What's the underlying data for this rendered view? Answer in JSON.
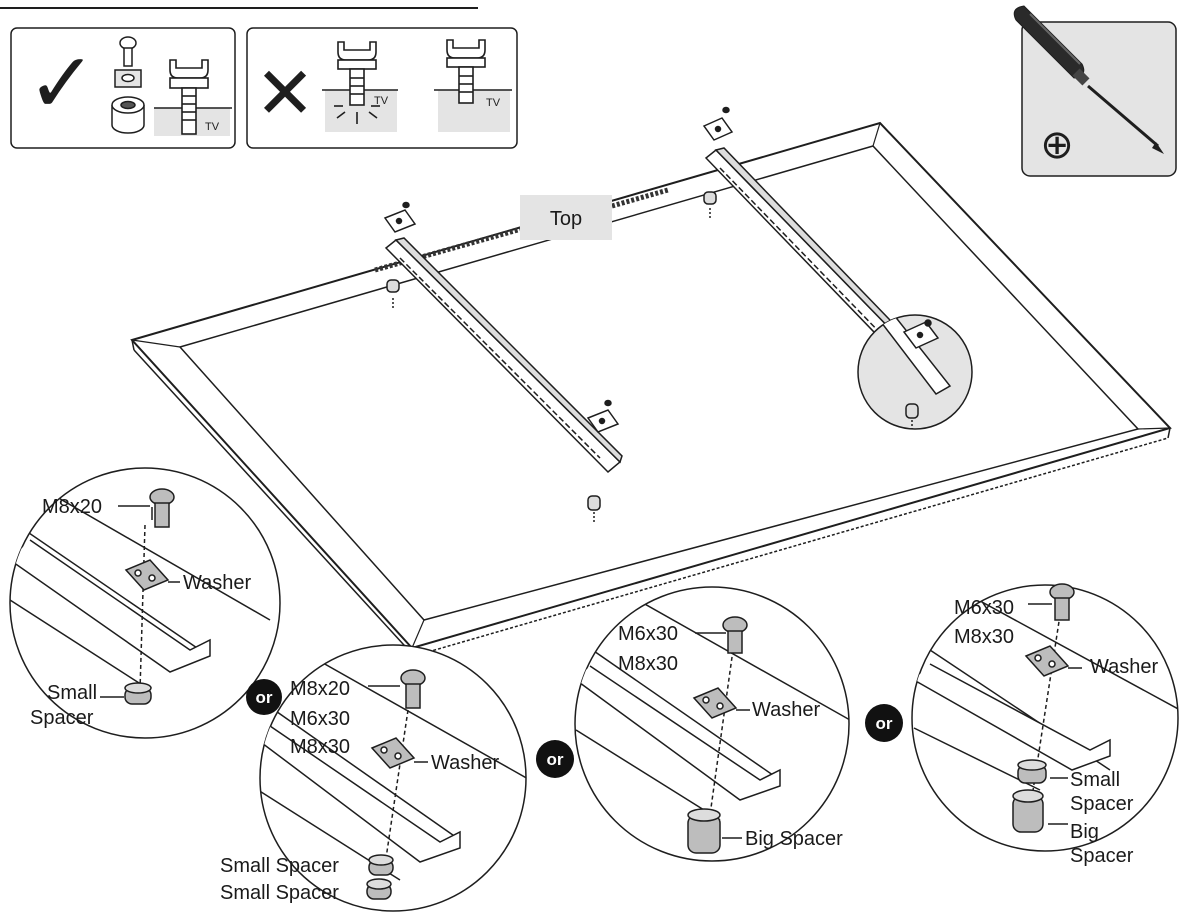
{
  "tv": {
    "top_label": "Top"
  },
  "legend": {
    "correct_symbol": "✓",
    "wrong_symbol": "✕",
    "tv_label_1": "TV",
    "tv_label_2": "TV",
    "tv_label_3": "TV"
  },
  "tool": {
    "type": "phillips-screwdriver",
    "symbol": "⊕"
  },
  "or_label": "or",
  "details": [
    {
      "bolt": [
        "M8x20"
      ],
      "washer": "Washer",
      "spacers": [
        "Small",
        "Spacer"
      ]
    },
    {
      "bolt": [
        "M8x20",
        "M6x30",
        "M8x30"
      ],
      "washer": "Washer",
      "spacers": [
        "Small Spacer",
        "Small Spacer"
      ]
    },
    {
      "bolt": [
        "M6x30",
        "M8x30"
      ],
      "washer": "Washer",
      "spacers": [
        "Big Spacer"
      ]
    },
    {
      "bolt": [
        "M6x30",
        "M8x30"
      ],
      "washer": "Washer",
      "spacers": [
        "Small",
        "Spacer",
        "Big",
        "Spacer"
      ]
    }
  ],
  "colors": {
    "line": "#1e1e1e",
    "panel": "#e4e4e4",
    "badge": "#111111",
    "spacer": "#bdbdbd"
  }
}
